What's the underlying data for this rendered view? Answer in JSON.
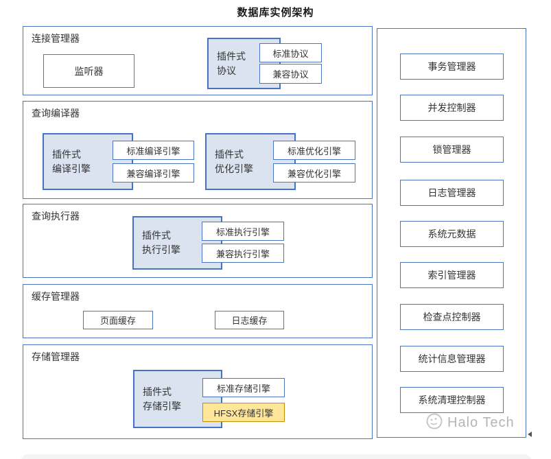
{
  "title": "数据库实例架构",
  "sections": [
    {
      "label": "连接管理器",
      "listener": "监听器",
      "plugin": {
        "lines": [
          "插件式",
          "协议"
        ],
        "children": [
          "标准协议",
          "兼容协议"
        ]
      }
    },
    {
      "label": "查询编译器",
      "groups": [
        {
          "lines": [
            "插件式",
            "编译引擎"
          ],
          "children": [
            "标准编译引擎",
            "兼容编译引擎"
          ]
        },
        {
          "lines": [
            "插件式",
            "优化引擎"
          ],
          "children": [
            "标准优化引擎",
            "兼容优化引擎"
          ]
        }
      ]
    },
    {
      "label": "查询执行器",
      "group": {
        "lines": [
          "插件式",
          "执行引擎"
        ],
        "children": [
          "标准执行引擎",
          "兼容执行引擎"
        ]
      }
    },
    {
      "label": "缓存管理器",
      "boxes": [
        "页面缓存",
        "日志缓存"
      ]
    },
    {
      "label": "存储管理器",
      "group": {
        "lines": [
          "插件式",
          "存储引擎"
        ],
        "children": [
          "标准存储引擎",
          "HFSX存储引擎"
        ],
        "highlighted": "HFSX存储引擎"
      }
    }
  ],
  "right_panel": {
    "items": [
      "事务管理器",
      "并发控制器",
      "锁管理器",
      "日志管理器",
      "系统元数据",
      "索引管理器",
      "检查点控制器",
      "统计信息管理器",
      "系统清理控制器"
    ]
  },
  "watermark": {
    "brand": "Halo Tech"
  },
  "colors": {
    "border_blue": "#4472c4",
    "fill_blue": "#dbe3f1",
    "fill_yellow": "#ffe699",
    "border_yellow": "#bf9000",
    "text": "#333333",
    "watermark_gray": "#b5b5b5"
  }
}
